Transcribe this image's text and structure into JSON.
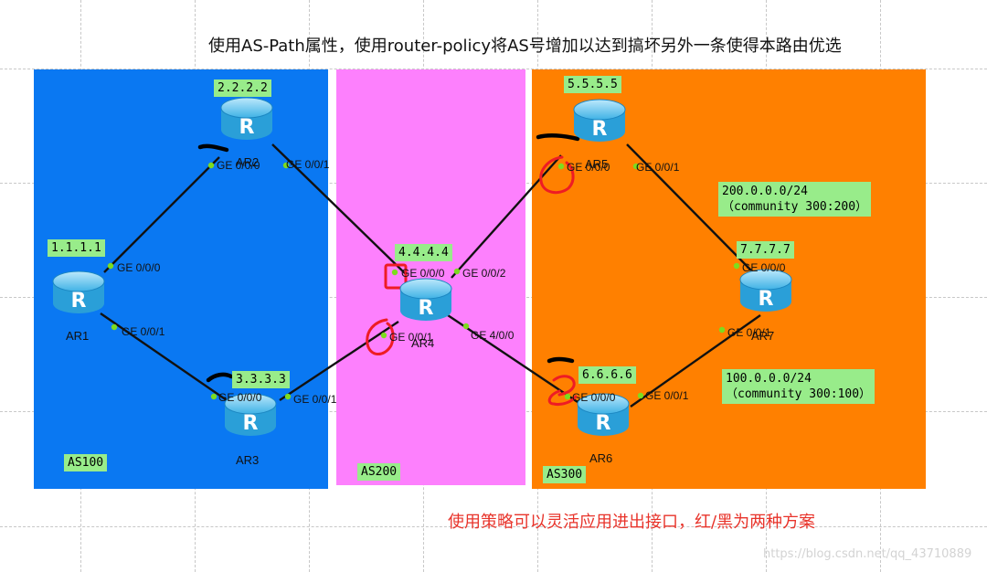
{
  "title": "使用AS-Path属性，使用router-policy将AS号增加以达到搞坏另外一条使得本路由优选",
  "note": "使用策略可以灵活应用进出接口，红/黑为两种方案",
  "watermark": "https://blog.csdn.net/qq_43710889",
  "zones": [
    "AS100",
    "AS200",
    "AS300"
  ],
  "routers": {
    "ar1": {
      "name": "AR1",
      "ip": "1.1.1.1"
    },
    "ar2": {
      "name": "AR2",
      "ip": "2.2.2.2"
    },
    "ar3": {
      "name": "AR3",
      "ip": "3.3.3.3"
    },
    "ar4": {
      "name": "AR4",
      "ip": "4.4.4.4"
    },
    "ar5": {
      "name": "AR5",
      "ip": "5.5.5.5"
    },
    "ar6": {
      "name": "AR6",
      "ip": "6.6.6.6"
    },
    "ar7": {
      "name": "AR7",
      "ip": "7.7.7.7"
    }
  },
  "router_glyph": "R",
  "ports": {
    "ar1_a": "GE 0/0/0",
    "ar1_b": "GE 0/0/1",
    "ar2_a": "GE 0/0/0",
    "ar2_b": "GE 0/0/1",
    "ar3_a": "GE 0/0/0",
    "ar3_b": "GE 0/0/1",
    "ar4_a": "GE 0/0/0",
    "ar4_b": "GE 0/0/2",
    "ar4_c": "GE 0/0/1",
    "ar4_d": "GE 4/0/0",
    "ar5_a": "GE 0/0/0",
    "ar5_b": "GE 0/0/1",
    "ar6_a": "GE 0/0/0",
    "ar6_b": "GE 0/0/1",
    "ar7_a": "GE 0/0/0",
    "ar7_b": "GE 0/0/1"
  },
  "routes": {
    "r200_net": "200.0.0.0/24",
    "r200_comm": "（community 300:200）",
    "r100_net": "100.0.0.0/24",
    "r100_comm": "（community 300:100）"
  },
  "colors": {
    "as100": "#0a78f2",
    "as200": "#fd80fd",
    "as300": "#ff8000",
    "label_bg": "#98ec8a",
    "note": "#e8332a",
    "mark_red": "#ee1c24",
    "mark_black": "#000000"
  }
}
